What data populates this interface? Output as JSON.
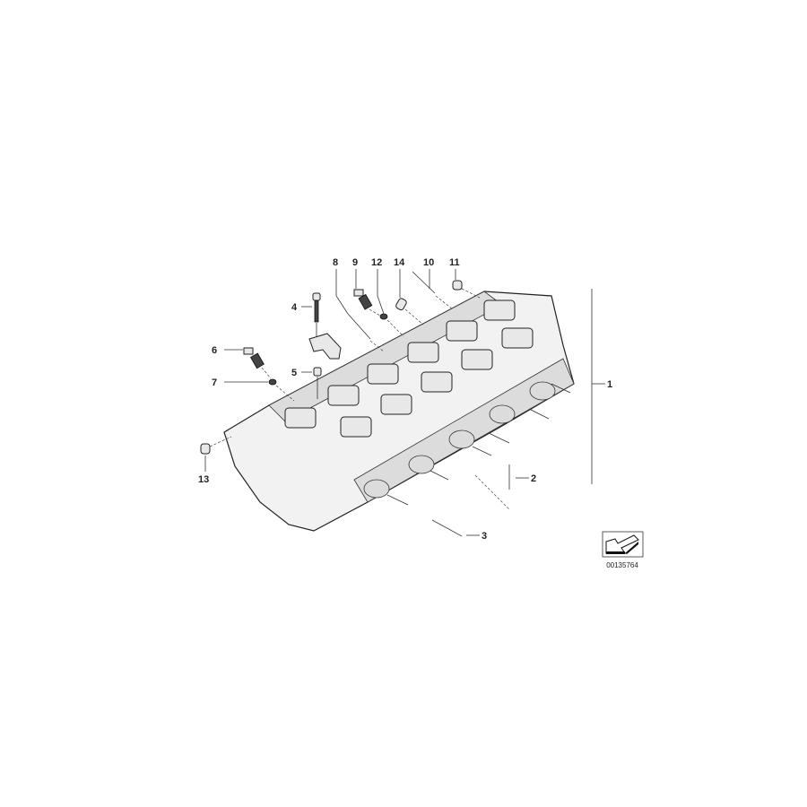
{
  "diagram": {
    "callouts": [
      {
        "id": "1",
        "label": "1"
      },
      {
        "id": "2",
        "label": "2"
      },
      {
        "id": "3",
        "label": "3"
      },
      {
        "id": "4",
        "label": "4"
      },
      {
        "id": "5",
        "label": "5"
      },
      {
        "id": "6",
        "label": "6"
      },
      {
        "id": "7",
        "label": "7"
      },
      {
        "id": "8",
        "label": "8"
      },
      {
        "id": "9",
        "label": "9"
      },
      {
        "id": "10",
        "label": "10"
      },
      {
        "id": "11",
        "label": "11"
      },
      {
        "id": "12",
        "label": "12"
      },
      {
        "id": "13",
        "label": "13"
      },
      {
        "id": "14",
        "label": "14"
      }
    ],
    "diagram_id": "00135764",
    "orientation_icon": "arrow-orientation-icon",
    "colors": {
      "line": "#222222",
      "background": "#ffffff"
    }
  }
}
